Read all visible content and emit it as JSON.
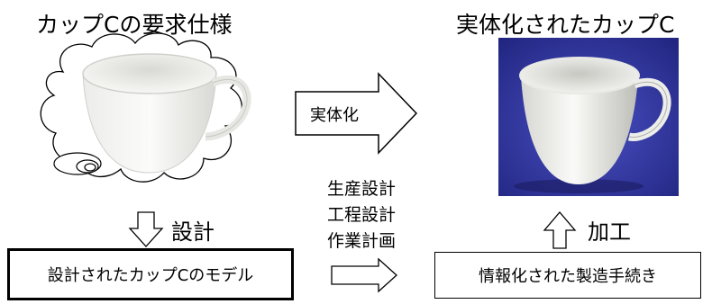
{
  "left": {
    "title": "カップCの要求仕様",
    "design_label": "設計",
    "model_box": "設計されたカップCのモデル"
  },
  "middle": {
    "materialize_label": "実体化",
    "steps": [
      "生産設計",
      "工程設計",
      "作業計画"
    ]
  },
  "right": {
    "title": "実体化されたカップC",
    "process_label": "加工",
    "procedure_box": "情報化された製造手続き"
  },
  "colors": {
    "photo_background": "#2b2f9c",
    "cup_white": "#f4f4f2",
    "outline": "#000000"
  },
  "icons": [
    "thought-cloud-icon",
    "cup-sketch-icon",
    "cup-photo-icon",
    "right-arrow-icon",
    "down-arrow-icon",
    "up-arrow-icon"
  ]
}
